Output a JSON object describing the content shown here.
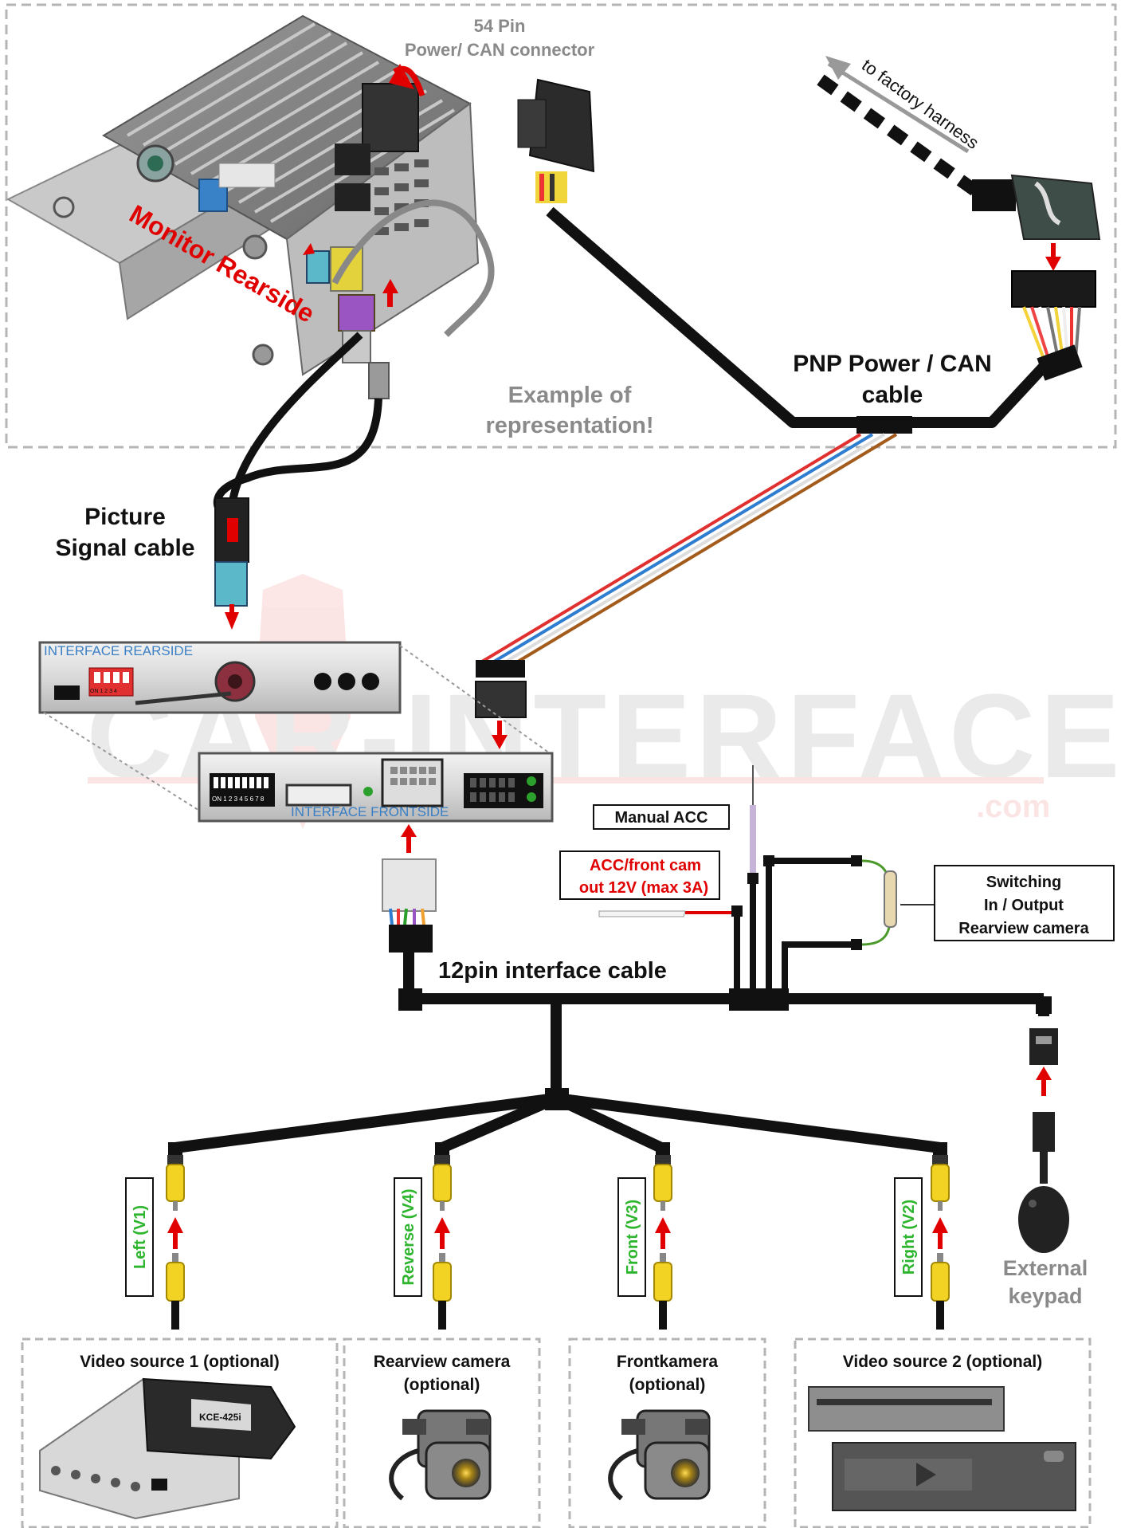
{
  "top_labels": {
    "pin54_line1": "54 Pin",
    "pin54_line2": "Power/ CAN connector",
    "monitor_rearside": "Monitor Rearside",
    "factory_harness": "to factory harness",
    "example_line1": "Example of",
    "example_line2": "representation!",
    "pnp_line1": "PNP Power / CAN",
    "pnp_line2": "cable",
    "picture_line1": "Picture",
    "picture_line2": "Signal cable"
  },
  "interface": {
    "rearside_label": "INTERFACE  REARSIDE",
    "frontside_label": "INTERFACE  FRONTSIDE",
    "dip_rear": "ON 1 2 3 4",
    "dip_front": "ON 1 2 3 4 5 6 7 8"
  },
  "watermark": {
    "text": "CAR-INTERFACE",
    "suffix": ".com"
  },
  "cable": {
    "label": "12pin interface cable",
    "manual_acc": "Manual ACC",
    "acc_front_line1": "ACC/front cam",
    "acc_front_line2": "out  12V (max 3A)",
    "switching_line1": "Switching",
    "switching_line2": "In / Output",
    "switching_line3": "Rearview camera"
  },
  "keypad": {
    "line1": "External",
    "line2": "keypad"
  },
  "video_inputs": [
    {
      "tag": "Left (V1)",
      "box_line1": "Video source 1 (optional)",
      "box_line2": "",
      "device_text": "KCE-425i"
    },
    {
      "tag": "Reverse (V4)",
      "box_line1": "Rearview camera",
      "box_line2": "(optional)",
      "device_text": ""
    },
    {
      "tag": "Front (V3)",
      "box_line1": "Frontkamera",
      "box_line2": "(optional)",
      "device_text": ""
    },
    {
      "tag": "Right (V2)",
      "box_line1": "Video source 2 (optional)",
      "box_line2": "",
      "device_text": ""
    }
  ],
  "colors": {
    "cable": "#111111",
    "arrow": "#e00000",
    "label_green": "#2db52d",
    "label_blue": "#3a7fc4",
    "label_grey": "#8a8a8a",
    "dash_border": "#b5b5b5"
  }
}
